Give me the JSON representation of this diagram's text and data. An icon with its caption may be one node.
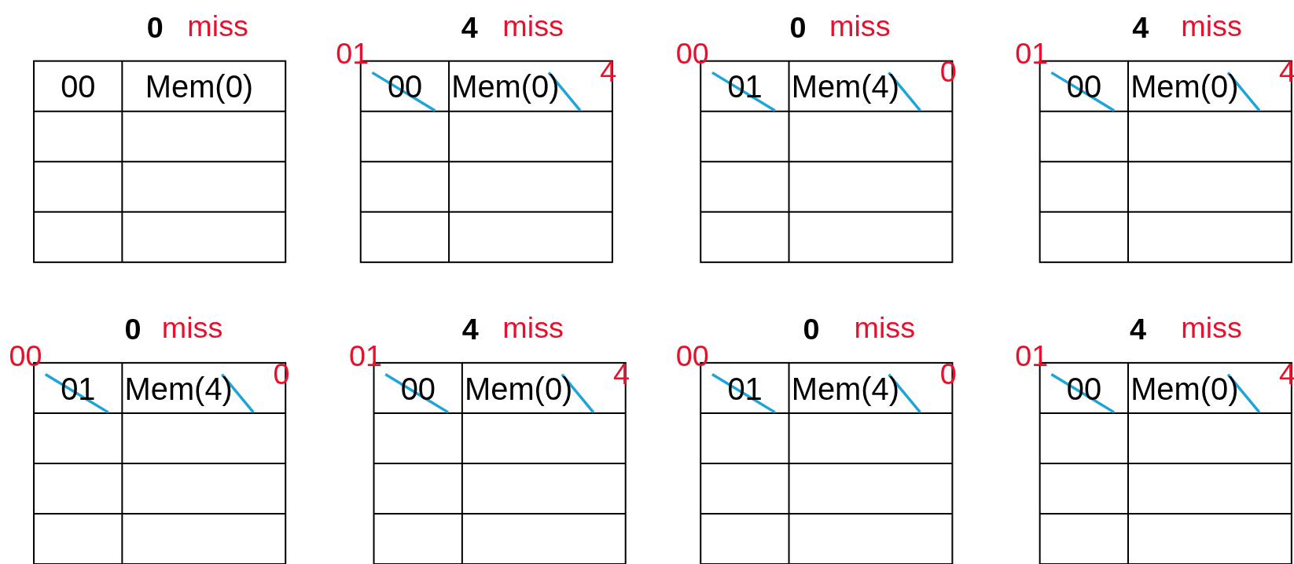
{
  "diagram": {
    "labels": [
      "0",
      "miss",
      "00",
      "Mem(0)",
      "4",
      "miss",
      "01",
      "4",
      "00",
      "Mem(0)",
      "0",
      "miss",
      "00",
      "0",
      "01",
      "Mem(4)",
      "4",
      "miss",
      "01",
      "4",
      "00",
      "Mem(0)",
      "0",
      "miss",
      "00",
      "0",
      "01",
      "Mem(4)",
      "4",
      "miss",
      "01",
      "4",
      "00",
      "Mem(0)",
      "0",
      "miss",
      "00",
      "0",
      "01",
      "Mem(4)",
      "4",
      "miss",
      "01",
      "4",
      "00",
      "Mem(0)"
    ]
  }
}
